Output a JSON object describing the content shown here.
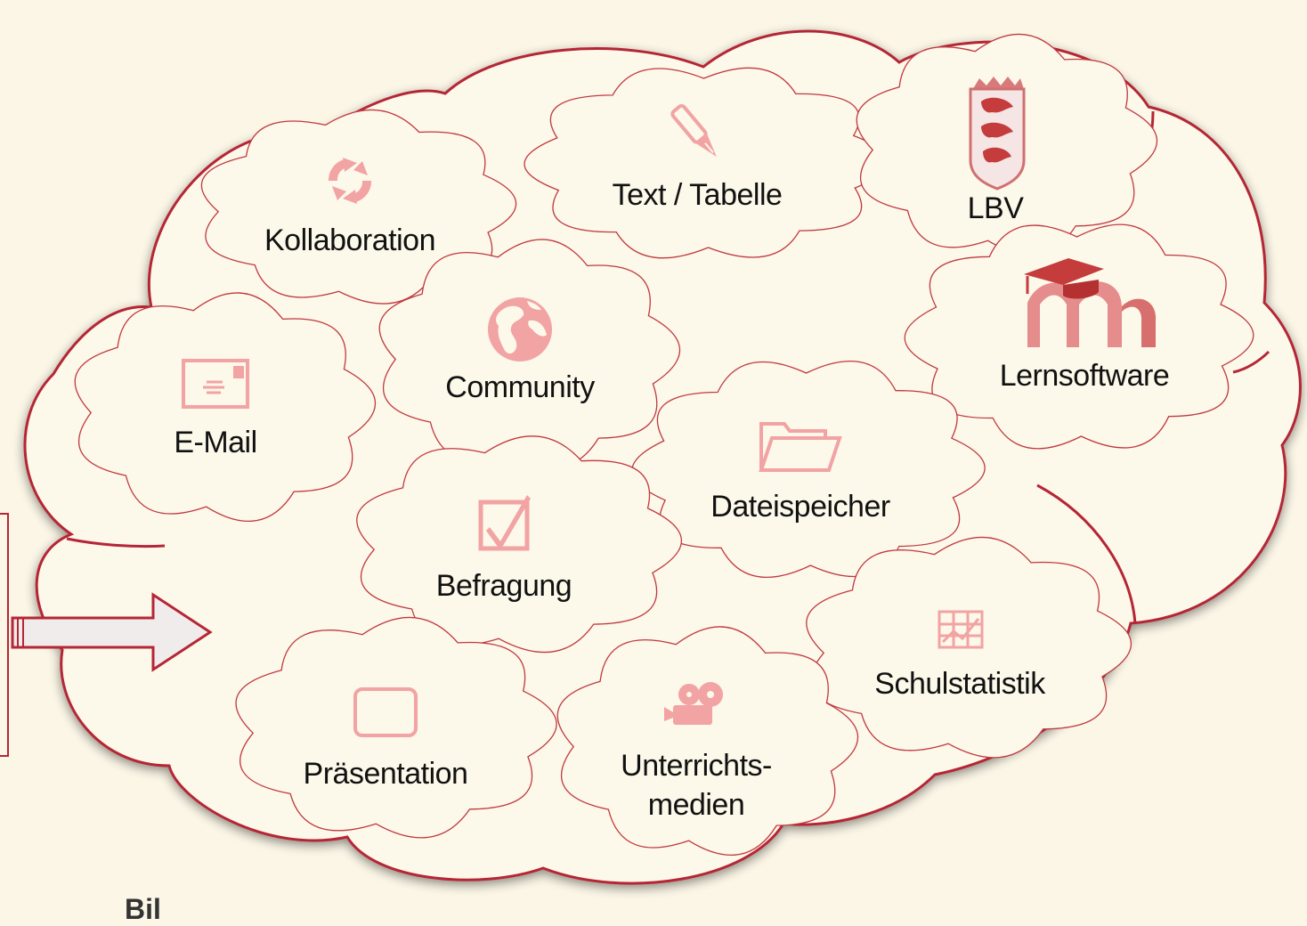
{
  "diagram": {
    "colors": {
      "background": "#fbf6e6",
      "cloud_fill": "#fcf8ea",
      "cloud_outline": "#b52636",
      "small_cloud_outline": "#c0393f",
      "icon": "#f2a3a3",
      "arrow_fill": "#f1ecec"
    },
    "services": [
      {
        "id": "kollaboration",
        "label": "Kollaboration",
        "icon": "refresh-icon"
      },
      {
        "id": "text-tabelle",
        "label": "Text / Tabelle",
        "icon": "fountain-pen-icon"
      },
      {
        "id": "lbv",
        "label": "LBV",
        "icon": "coat-of-arms-icon"
      },
      {
        "id": "community",
        "label": "Community",
        "icon": "globe-icon"
      },
      {
        "id": "email",
        "label": "E-Mail",
        "icon": "envelope-icon"
      },
      {
        "id": "lernsoftware",
        "label": "Lernsoftware",
        "icon": "moodle-logo-icon"
      },
      {
        "id": "dateispeicher",
        "label": "Dateispeicher",
        "icon": "folder-icon"
      },
      {
        "id": "befragung",
        "label": "Befragung",
        "icon": "checkbox-icon"
      },
      {
        "id": "schulstatistik",
        "label": "Schulstatistik",
        "icon": "chart-grid-icon"
      },
      {
        "id": "praesentation",
        "label": "Präsentation",
        "icon": "screen-icon"
      },
      {
        "id": "unterrichtsmedien",
        "label": "Unterrichts-\nmedien",
        "label_lines": [
          "Unterrichts-",
          "medien"
        ],
        "icon": "film-projector-icon"
      }
    ],
    "arrow": {
      "icon": "right-arrow-icon"
    },
    "bottom_text": "Bil"
  }
}
